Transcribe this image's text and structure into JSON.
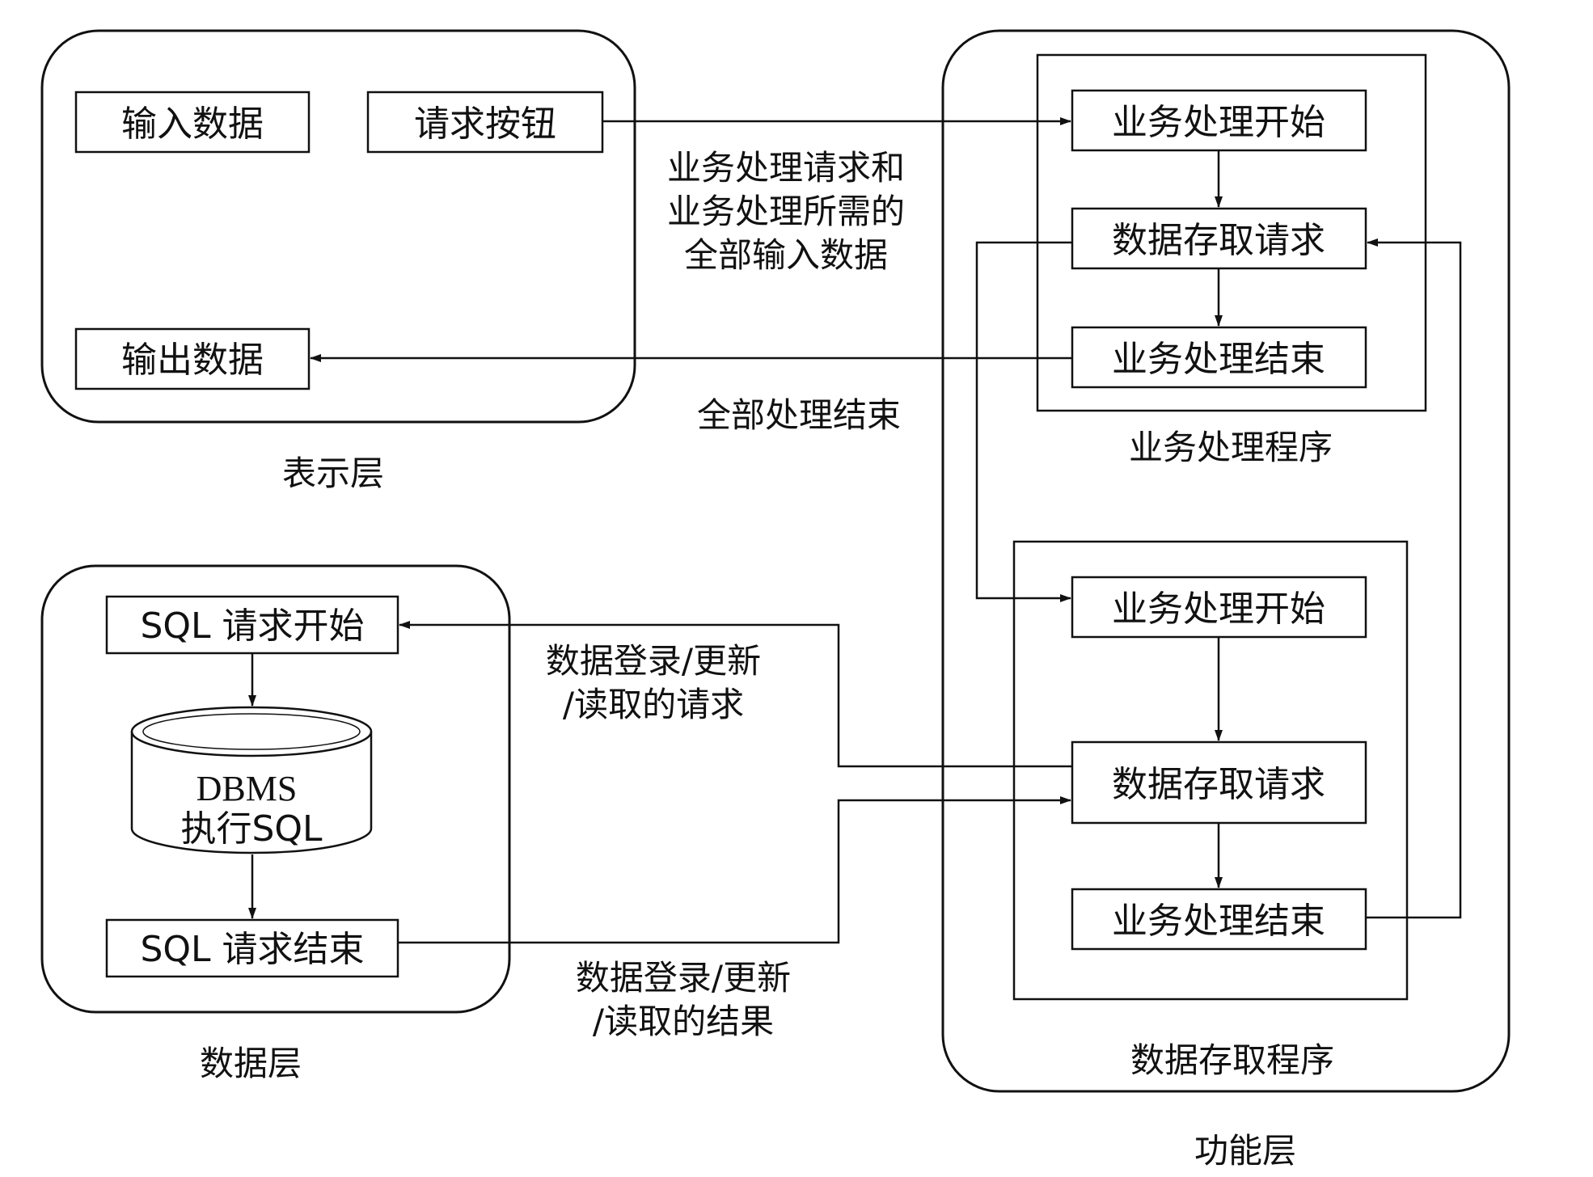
{
  "presentation_layer": {
    "caption": "表示层",
    "input_data": "输入数据",
    "request_button": "请求按钮",
    "output_data": "输出数据"
  },
  "function_layer": {
    "caption": "功能层",
    "business_program": {
      "caption": "业务处理程序",
      "start": "业务处理开始",
      "data_request": "数据存取请求",
      "end": "业务处理结束"
    },
    "data_access_program": {
      "caption": "数据存取程序",
      "start": "业务处理开始",
      "data_request": "数据存取请求",
      "end": "业务处理结束"
    }
  },
  "data_layer": {
    "caption": "数据层",
    "sql_start": "SQL 请求开始",
    "dbms_line1": "DBMS",
    "dbms_line2": "执行SQL",
    "sql_end": "SQL 请求结束"
  },
  "flow_labels": {
    "request_line1": "业务处理请求和",
    "request_line2": "业务处理所需的",
    "request_line3": "全部输入数据",
    "all_done": "全部处理结束",
    "db_request_line1": "数据登录/更新",
    "db_request_line2": "/读取的请求",
    "db_result_line1": "数据登录/更新",
    "db_result_line2": "/读取的结果"
  }
}
